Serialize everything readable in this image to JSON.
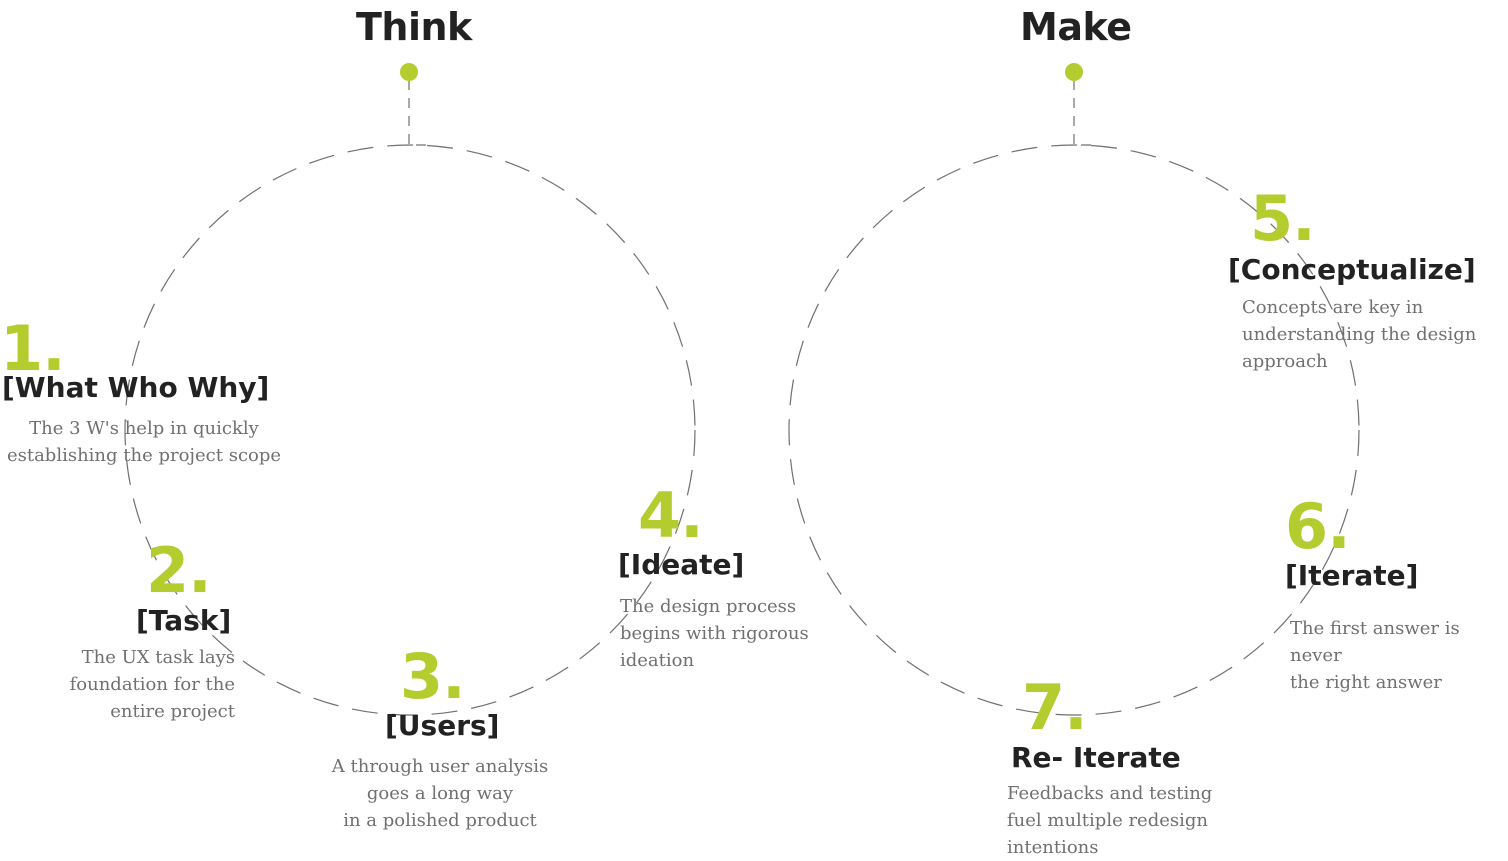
{
  "colors": {
    "accent": "#b5cc2f",
    "text_dark": "#222222",
    "text_muted": "#707070",
    "dash_line": "#707070"
  },
  "phases": {
    "think": "Think",
    "make": "Make"
  },
  "steps": [
    {
      "number": "1.",
      "title": "[What Who Why]",
      "description": "The 3 W's help in quickly\nestablishing the project scope"
    },
    {
      "number": "2.",
      "title": "[Task]",
      "description": "The UX task lays\nfoundation for the\nentire project"
    },
    {
      "number": "3.",
      "title": "[Users]",
      "description": "A through user analysis\ngoes a long way\nin a polished product"
    },
    {
      "number": "4.",
      "title": "[Ideate]",
      "description": "The design process\nbegins with rigorous\nideation"
    },
    {
      "number": "5.",
      "title": "[Conceptualize]",
      "description": "Concepts are key in\nunderstanding the design\napproach"
    },
    {
      "number": "6.",
      "title": "[Iterate]",
      "description": "The first answer is never\nthe right answer"
    },
    {
      "number": "7.",
      "title": "Re- Iterate",
      "description": "Feedbacks and testing\nfuel multiple redesign\nintentions"
    }
  ]
}
